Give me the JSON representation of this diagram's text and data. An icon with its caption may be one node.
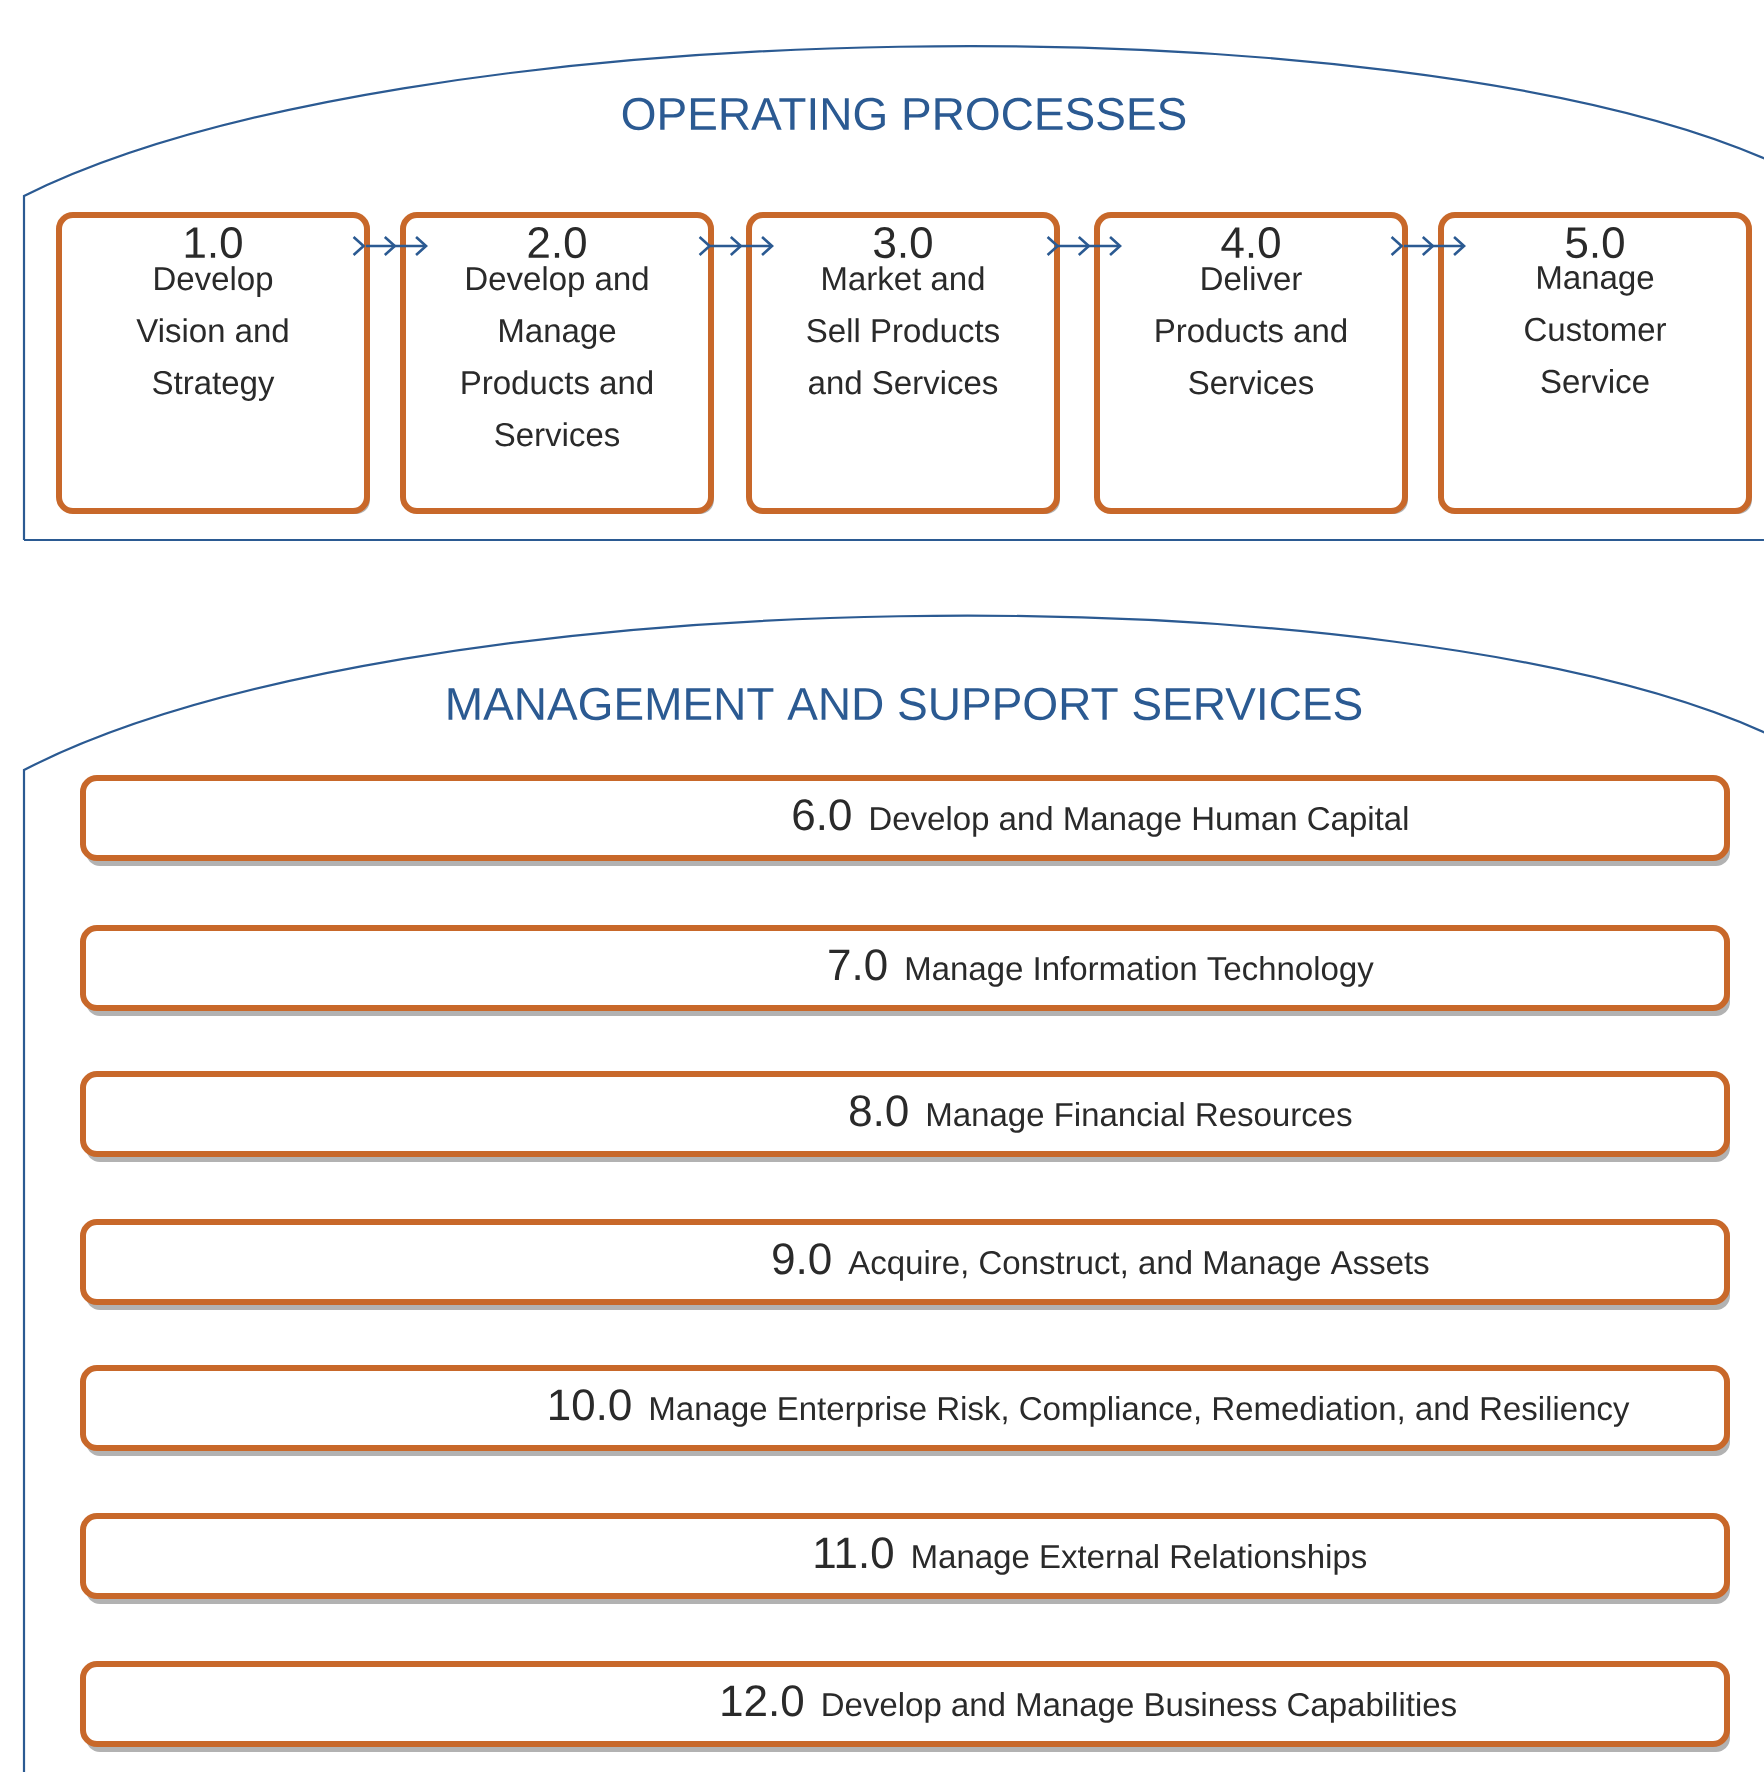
{
  "diagram": {
    "nodes": [
      {
        "text": [
          "OPERATING PROCESSES"
        ]
      },
      {
        "text": [
          "1.0",
          "Develop Vision and Strategy"
        ],
        "in": 0
      },
      {
        "text": [
          "2.0",
          "Develop and Manage Products and Services"
        ],
        "in": 0
      },
      {
        "text": [
          "3.0",
          "Market and Sell Products and Services"
        ],
        "in": 0
      },
      {
        "text": [
          "4.0",
          "Deliver Products and Services"
        ],
        "in": 0
      },
      {
        "text": [
          "5.0",
          "Manage Customer Service"
        ],
        "in": 0
      },
      {
        "text": [
          "MANAGEMENT AND SUPPORT SERVICES"
        ]
      },
      {
        "text": [
          "6.0",
          "Develop and Manage Human Capital"
        ],
        "in": 6
      },
      {
        "text": [
          "7.0",
          "Manage Information Technology"
        ],
        "in": 6
      },
      {
        "text": [
          "8.0",
          "Manage Financial Resources"
        ],
        "in": 6
      },
      {
        "text": [
          "9.0",
          "Acquire, Construct, and Manage Assets"
        ],
        "in": 6
      },
      {
        "text": [
          "10.0",
          "Manage Enterprise Risk, Compliance, Remediation, and Resiliency"
        ],
        "in": 6
      },
      {
        "text": [
          "11.0",
          "Manage External Relationships"
        ],
        "in": 6
      },
      {
        "text": [
          "12.0",
          "Develop and Manage Business Capabilities"
        ],
        "in": 6
      }
    ],
    "edges": [
      {
        "from": 1,
        "to": 2,
        "arrow": "to"
      },
      {
        "from": 2,
        "to": 3,
        "arrow": "to"
      },
      {
        "from": 3,
        "to": 4,
        "arrow": "to"
      },
      {
        "from": 4,
        "to": 5,
        "arrow": "to"
      }
    ]
  }
}
